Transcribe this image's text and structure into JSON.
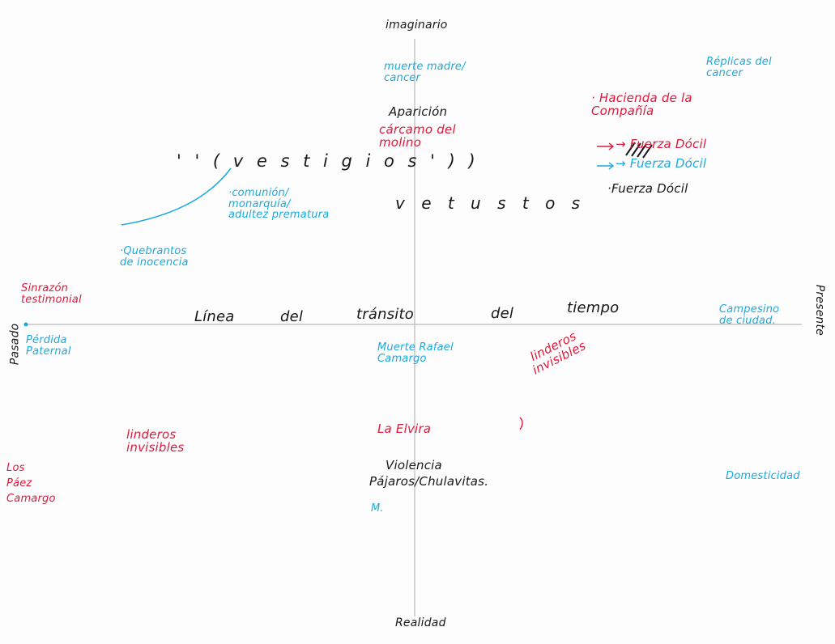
{
  "colors": {
    "black": "#16181a",
    "red": "#e0183a",
    "cyan": "#1aaadd",
    "axis": "#b8b8b8"
  },
  "axes": {
    "top": "imaginario",
    "bottom": "Realidad",
    "left": "Pasado",
    "right": "Presente",
    "timeline": [
      "Línea",
      "del",
      "tránsito",
      "del",
      "tiempo"
    ]
  },
  "center": {
    "vestigios": "' ' ( v e s t i g i o s ' ) )",
    "vetustos": "v e t u s t o s"
  },
  "notes": {
    "muerte_madre": "muerte madre/\ncancer",
    "aparicion": "Aparición",
    "carcamo": "cárcamo del\nmolino",
    "replicas": "Réplicas del\ncancer",
    "hacienda": "· Hacienda de la\nCompañía",
    "fuerza_red": "→ Fuerza Dócil",
    "fuerza_cyan": "→ Fuerza Dócil",
    "fuerza_black": "·Fuerza Dócil",
    "comunion": "·comunión/\nmonarquía/\nadultez prematura",
    "quebrantos": "·Quebrantos\nde inocencia",
    "sinrazon": "Sinrazón testimonial",
    "perdida": "Pérdida\nPaternal",
    "muerte_rafael": "Muerte Rafael\nCamargo",
    "linderos_right": "linderos\ninvisibles",
    "campesino": "Campesino\nde ciudad.",
    "la_elvira": "La Elvira",
    "violencia": "Violencia",
    "pajaros": "Pájaros/Chulavitas.",
    "m": "M.",
    "linderos_left": "linderos\ninvisibles",
    "los_paez": "Los\nPáez\nCamargo",
    "domesticidad": "Domesticidad"
  }
}
